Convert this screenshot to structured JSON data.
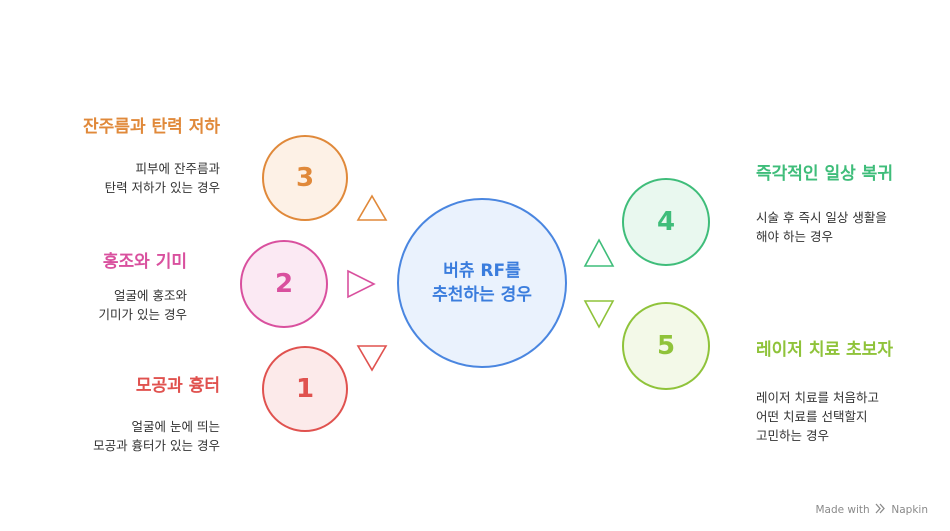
{
  "center": {
    "line1": "버츄 RF를",
    "line2": "추천하는 경우"
  },
  "items": [
    {
      "number": "3",
      "title": "잔주름과 탄력 저하",
      "desc": [
        "피부에 잔주름과",
        "탄력 저하가 있는 경우"
      ],
      "color": "#e0893a",
      "fill": "#fdf1e6"
    },
    {
      "number": "2",
      "title": "홍조와 기미",
      "desc": [
        "얼굴에 홍조와",
        "기미가 있는 경우"
      ],
      "color": "#d9509e",
      "fill": "#fbe9f3"
    },
    {
      "number": "1",
      "title": "모공과 흉터",
      "desc": [
        "얼굴에 눈에 띄는",
        "모공과 흉터가 있는 경우"
      ],
      "color": "#e0524f",
      "fill": "#fceaea"
    },
    {
      "number": "4",
      "title": "즉각적인 일상 복귀",
      "desc": [
        "시술 후 즉시 일상 생활을",
        "해야 하는 경우"
      ],
      "color": "#3fbd7a",
      "fill": "#e9f8ef"
    },
    {
      "number": "5",
      "title": "레이저 치료 초보자",
      "desc": [
        "레이저 치료를 처음하고",
        "어떤 치료를 선택할지",
        "고민하는 경우"
      ],
      "color": "#8fc33a",
      "fill": "#f3f9e8"
    }
  ],
  "center_colors": {
    "stroke": "#4a86e0",
    "fill": "#eaf2fd"
  },
  "footer": {
    "made_with": "Made with",
    "brand": "Napkin",
    "icon": "napkin-logo-icon"
  }
}
